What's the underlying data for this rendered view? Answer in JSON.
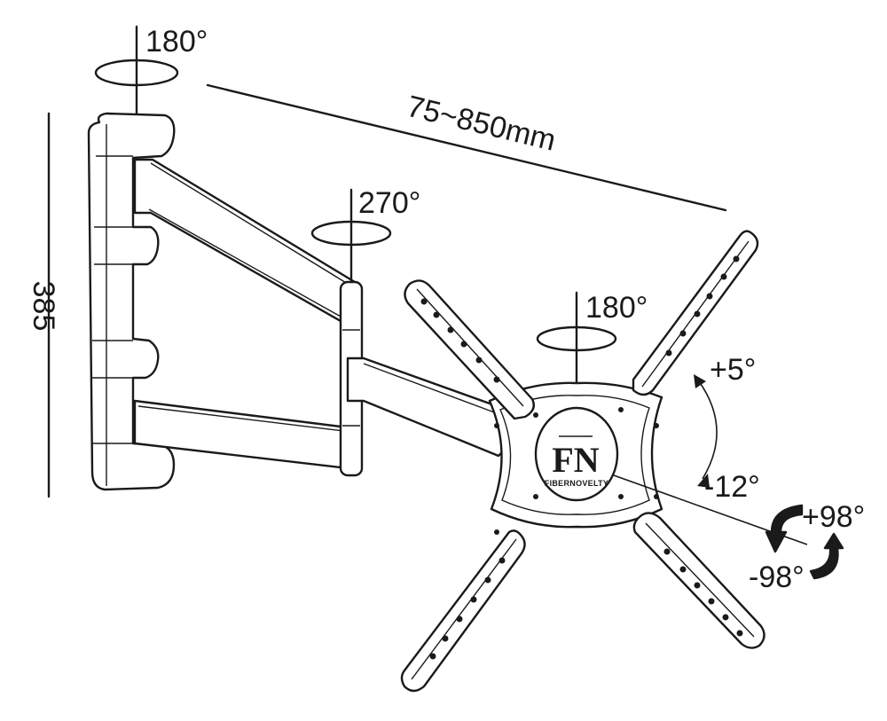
{
  "labels": {
    "wall_swivel": "180°",
    "arm_swivel": "270°",
    "head_swivel": "180°",
    "extension": "75~850mm",
    "height": "385",
    "tilt_up": "+5°",
    "tilt_down": "-12°",
    "rotate_pos": "+98°",
    "rotate_neg": "-98°"
  },
  "logo": {
    "monogram": "FN",
    "brand": "FIBERNOVELTY"
  },
  "colors": {
    "line": "#1a1a1a",
    "background": "#ffffff"
  }
}
